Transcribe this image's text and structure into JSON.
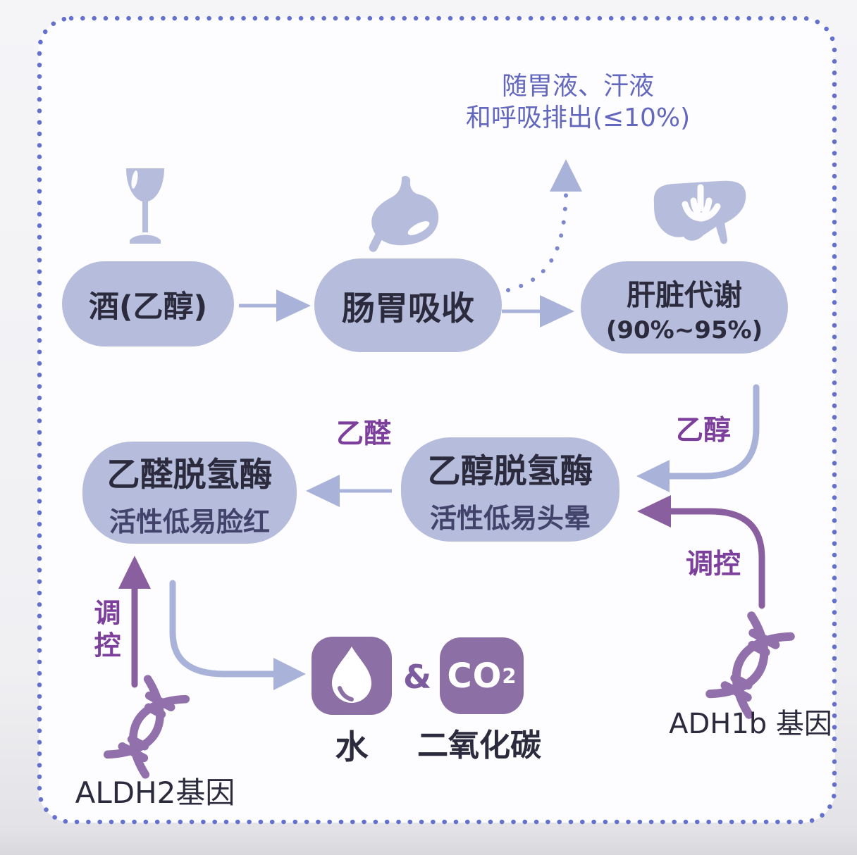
{
  "note_top": {
    "line1": "随胃液、汗液",
    "line2": "和呼吸排出(≤10%)"
  },
  "nodes": {
    "wine": {
      "label": "酒(乙醇)",
      "icon": "wine-glass-icon"
    },
    "absorb": {
      "label": "肠胃吸收",
      "icon": "stomach-icon"
    },
    "liver": {
      "title": "肝脏代谢",
      "subtitle": "(90%~95%)",
      "icon": "liver-icon"
    },
    "aldh": {
      "title": "乙醛脱氢酶",
      "subtitle": "活性低易脸红"
    },
    "adh": {
      "title": "乙醇脱氢酶",
      "subtitle": "活性低易头晕"
    }
  },
  "flow_labels": {
    "acetaldehyde": "乙醛",
    "ethanol": "乙醇",
    "regulate_right": "调控",
    "regulate_left": "调控"
  },
  "genes": {
    "left": {
      "label": "ALDH2基因",
      "icon": "dna-icon"
    },
    "right": {
      "label": "ADH1b 基因",
      "icon": "dna-icon"
    }
  },
  "products": {
    "water_label": "水",
    "ampersand": "&",
    "co2_main": "CO",
    "co2_sub": "2",
    "carbon_dioxide": "二氧化碳",
    "water_icon": "water-drop-icon",
    "co2_icon": "co2-badge-icon"
  },
  "colors": {
    "node_fill": "#b6bcdc",
    "title_text": "#2b2b3d",
    "node_subtext": "#41436a",
    "light_arrow": "#a9b3da",
    "purple_arrow": "#8a5f9f",
    "purple_text": "#7c3f9b",
    "note_blue": "#6367bd",
    "dotted_border": "#6470cd",
    "product_badge": "#8c6fa4",
    "dna_purple": "#9170ab",
    "panel_bg": "#fdfdff"
  }
}
